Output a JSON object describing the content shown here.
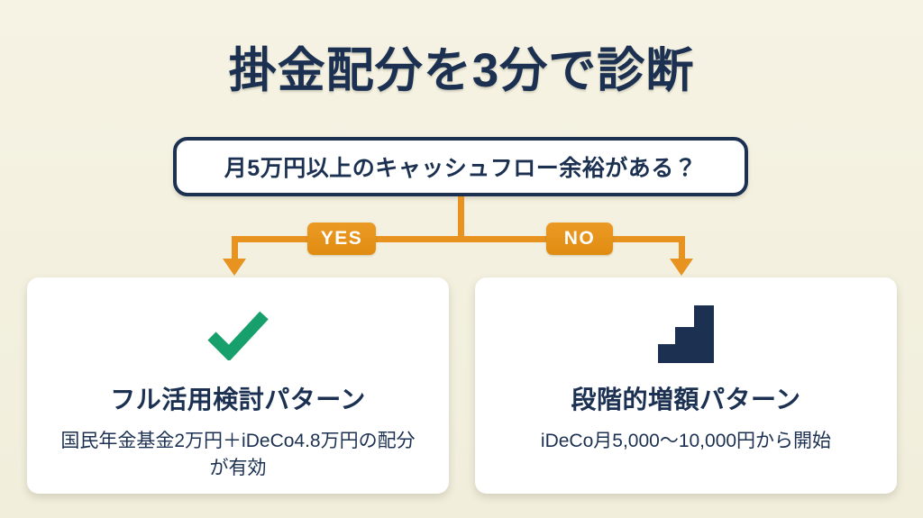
{
  "page": {
    "title": "掛金配分を3分で診断",
    "background_color": "#f4f1e0",
    "navy": "#1c3152",
    "orange": "#e8931f",
    "green": "#18a06c"
  },
  "decision": {
    "question": "月5万円以上のキャッシュフロー余裕がある？",
    "branches": [
      {
        "label": "YES",
        "name": "branch-yes"
      },
      {
        "label": "NO",
        "name": "branch-no"
      }
    ]
  },
  "outcomes": [
    {
      "icon": "check-icon",
      "title": "フル活用検討パターン",
      "description": "国民年金基金2万円＋iDeCo4.8万円の配分が有効"
    },
    {
      "icon": "stairs-icon",
      "title": "段階的増額パターン",
      "description": "iDeCo月5,000〜10,000円から開始"
    }
  ]
}
